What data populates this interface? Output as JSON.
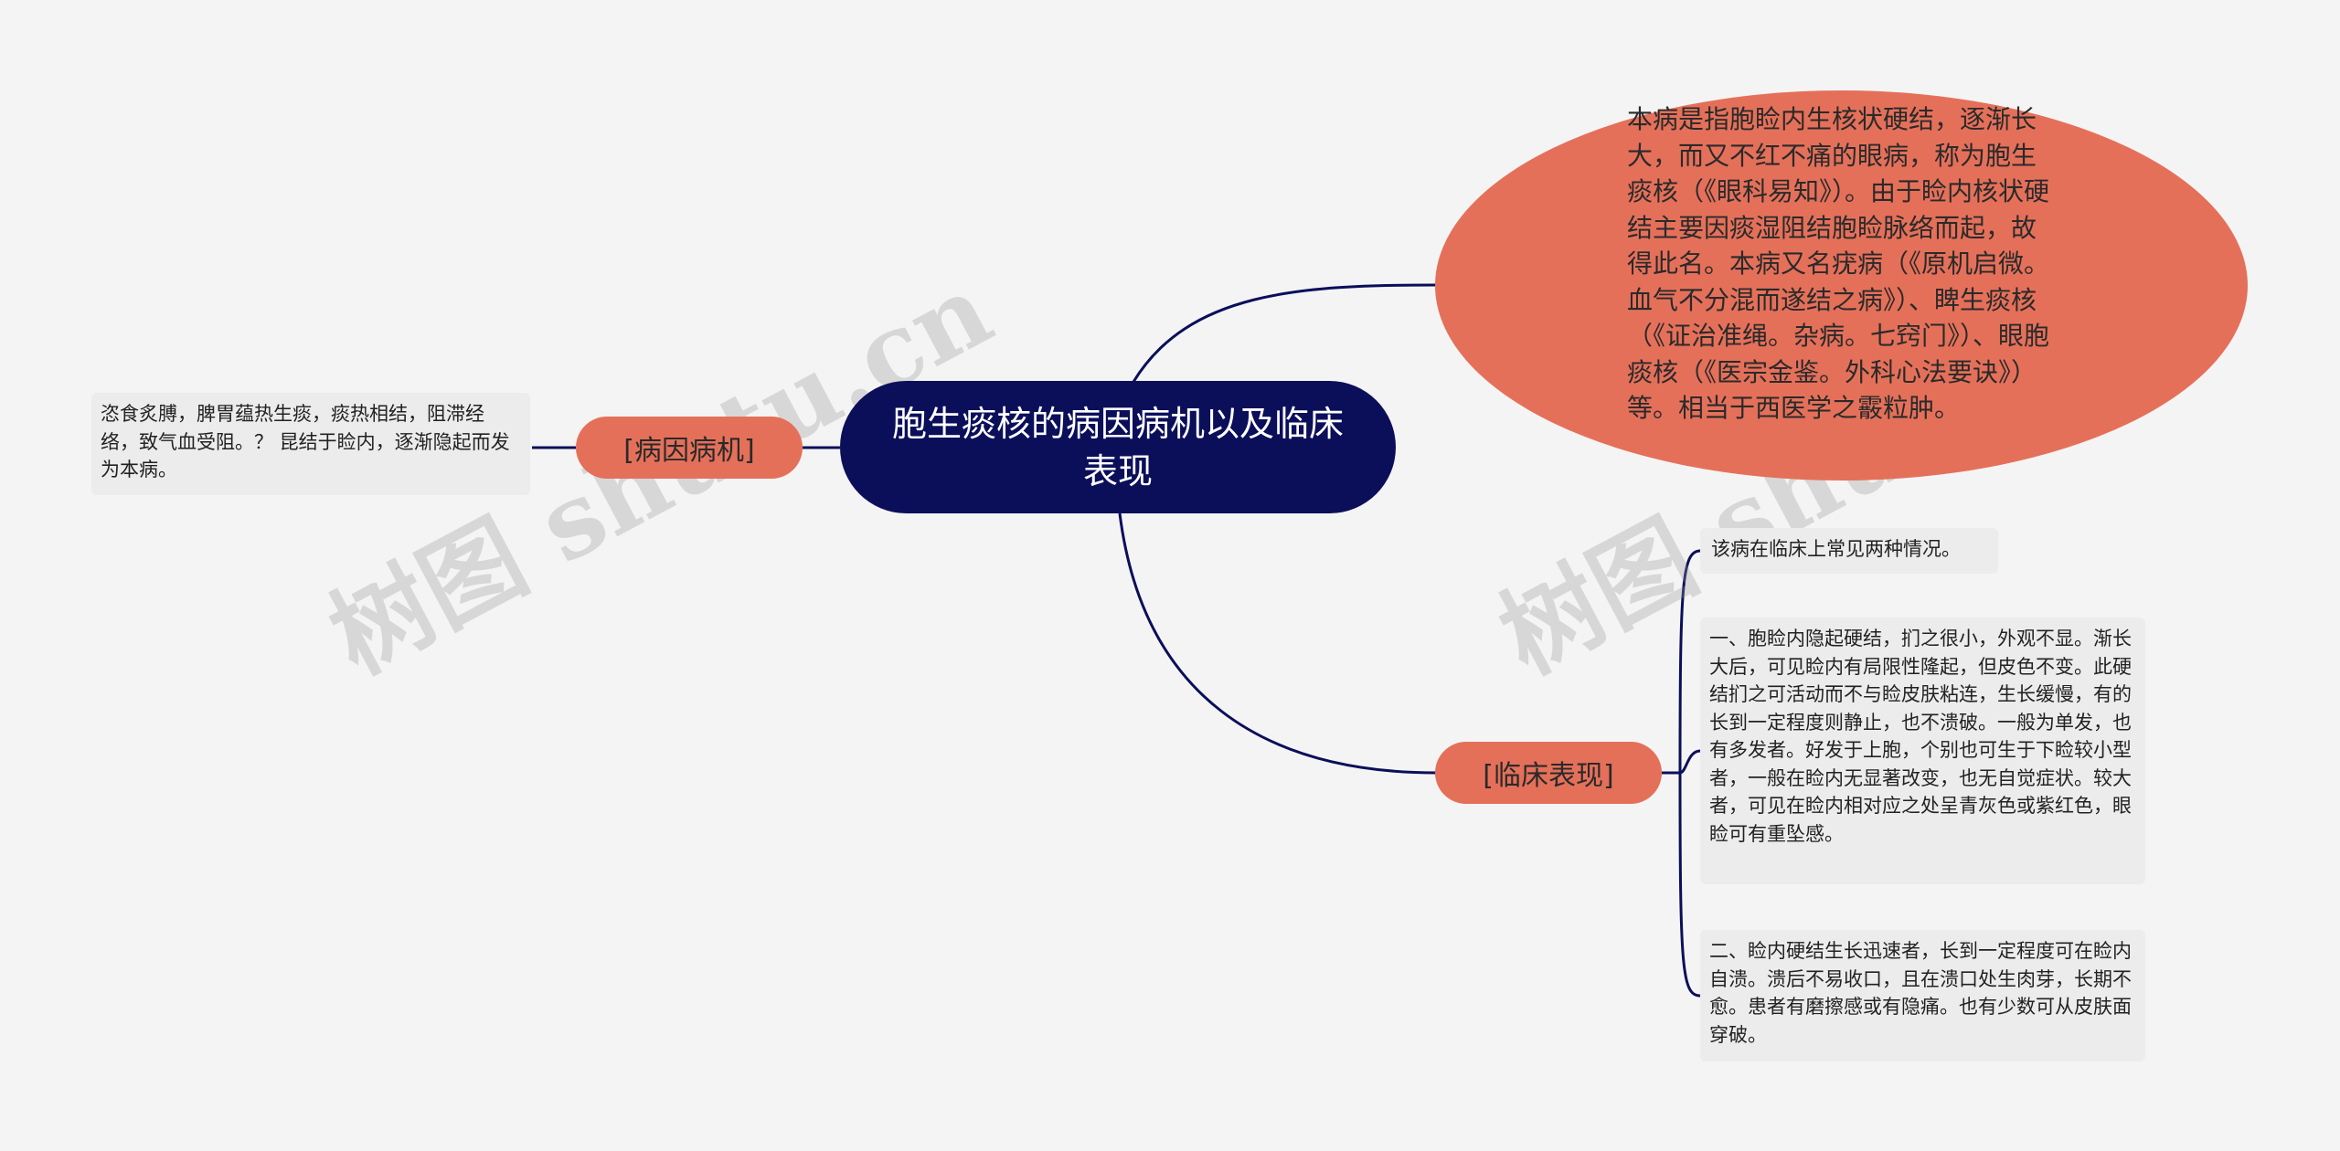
{
  "root": {
    "title": "胞生痰核的病因病机以及临床表现"
  },
  "definition": "本病是指胞睑内生核状硬结，逐渐长大，而又不红不痛的眼病，称为胞生痰核（《眼科易知》）。由于睑内核状硬结主要因痰湿阻结胞睑脉络而起，故得此名。本病又名疣病（《原机启微。血气不分混而遂结之病》）、睥生痰核（《证治准绳。杂病。七窍门》）、眼胞痰核（《医宗金鉴。外科心法要诀》）等。相当于西医学之霰粒肿。",
  "branches": {
    "cause": {
      "label": "[病因病机]",
      "detail": "恣食炙膊，脾胃蕴热生痰，痰热相结，阻滞经络，致气血受阻。？ 昆结于睑内，逐渐隐起而发为本病。"
    },
    "clinical": {
      "label": "[临床表现]",
      "intro": "该病在临床上常见两种情况。",
      "type1": "一、胞睑内隐起硬结，扪之很小，外观不显。渐长大后，可见睑内有局限性隆起，但皮色不变。此硬结扪之可活动而不与睑皮肤粘连，生长缓慢，有的长到一定程度则静止，也不溃破。一般为单发，也有多发者。好发于上胞，个别也可生于下睑较小型者，一般在睑内无显著改变，也无自觉症状。较大者，可见在睑内相对应之处呈青灰色或紫红色，眼睑可有重坠感。",
      "type2": "二、睑内硬结生长迅速者，长到一定程度可在睑内自溃。溃后不易收口，且在溃口处生肉芽，长期不愈。患者有磨擦感或有隐痛。也有少数可从皮肤面穿破。"
    }
  },
  "watermark": "树图 shutu.cn",
  "colors": {
    "root": "#0b0f5a",
    "branch": "#e5705a",
    "leaf": "#ececec",
    "link": "#0b0f5a",
    "background": "#f4f4f4"
  }
}
